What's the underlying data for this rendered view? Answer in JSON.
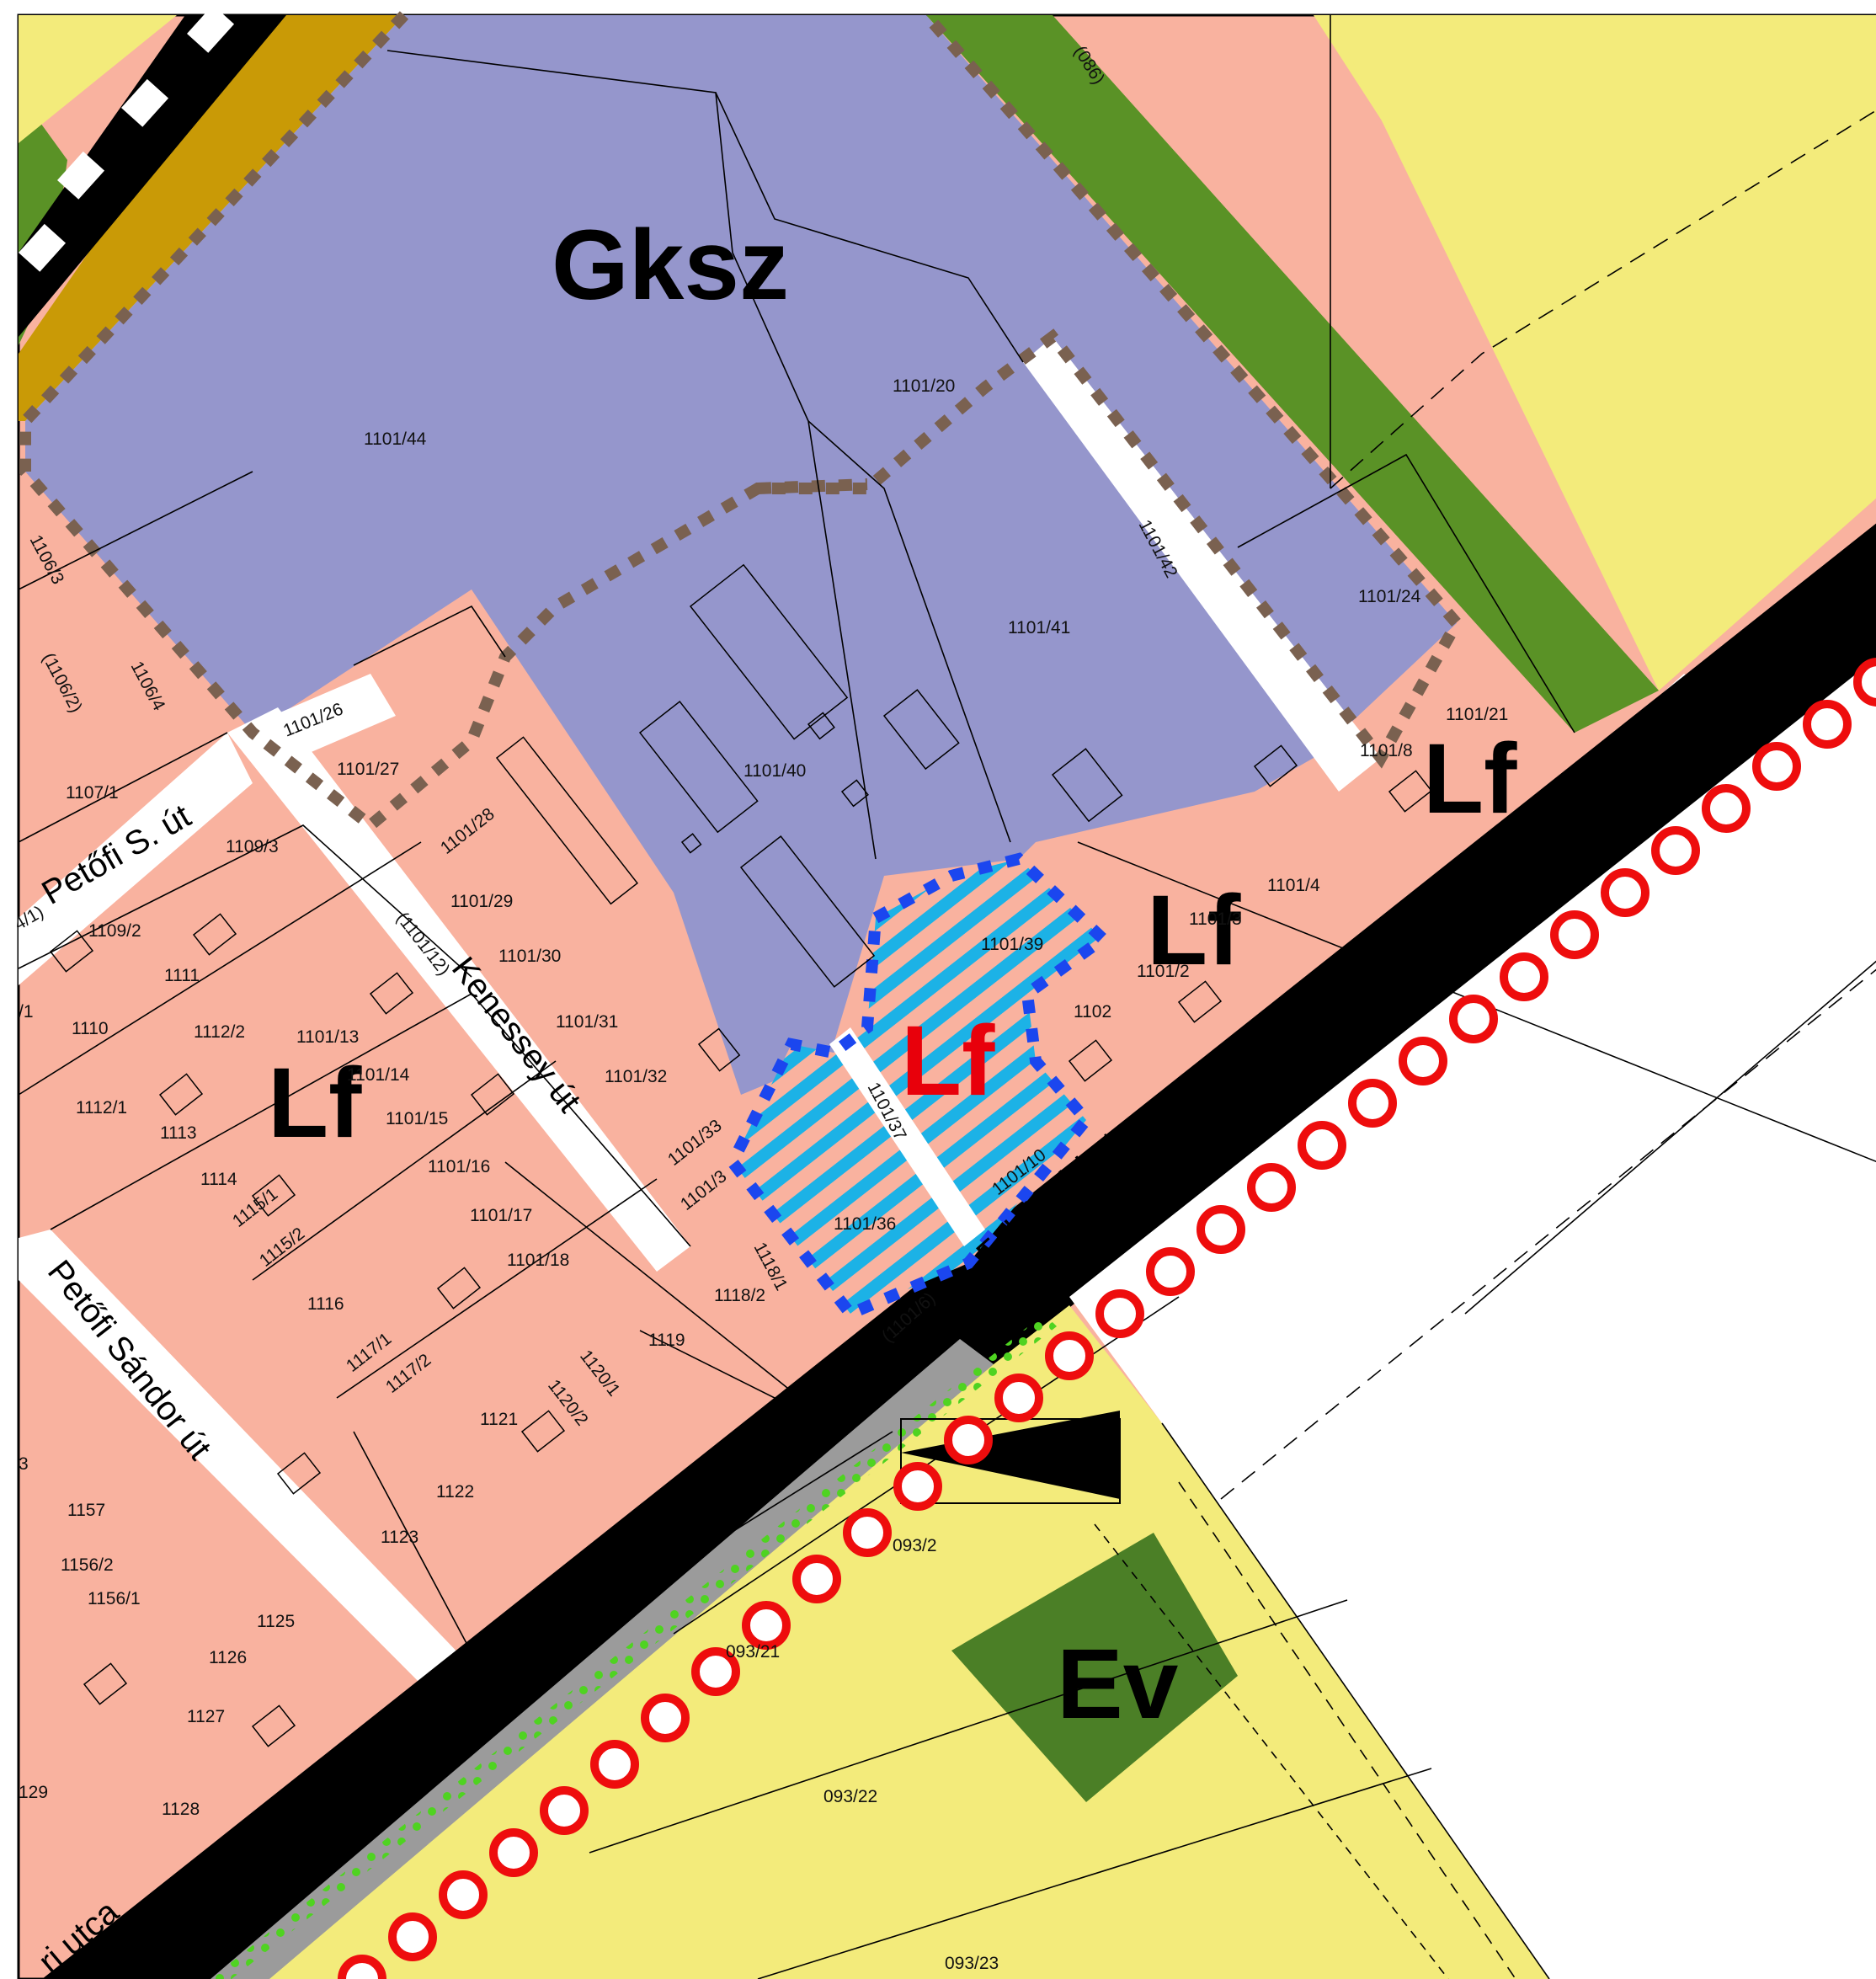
{
  "colors": {
    "residential": "#f9b29f",
    "industrial": "#9596cc",
    "green": "#5a9226",
    "agricultural": "#f3eb7b",
    "road": "#000000",
    "railway_strip": "#c99a06",
    "boundary_brown": "#7a6150",
    "boundary_blue": "#1b46ef",
    "hatch_cyan": "#1cb2e6",
    "marker_red": "#ee0d0d",
    "dots_green": "#4fd321",
    "tree_zone": "#4b7f26"
  },
  "zones": {
    "gksz": "Gksz",
    "lf_main": "Lf",
    "lf_east_1": "Lf",
    "lf_east_2": "Lf",
    "lf_red": "Lf",
    "ev": "Ev"
  },
  "streets": {
    "petofi_s": "Petőfi S. út",
    "petofi_prefix": "4/1)",
    "kenessey": "Kenessey út",
    "kenessey_num": "(1101/12)",
    "fehervari": "Fehérvári utca",
    "fehervari_num": "(1101/6)",
    "petofi_sandor": "Petőfi Sándor út",
    "bottom_utca": "ri utca",
    "top_086": "(086)"
  },
  "parcels": [
    "1101/44",
    "1101/20",
    "1101/42",
    "1101/41",
    "1101/24",
    "1101/40",
    "1101/21",
    "1101/8",
    "1101/4",
    "1101/3",
    "1101/2",
    "1101/39",
    "1102",
    "1101/37",
    "1101/36",
    "1101/10",
    "1101/33",
    "1101/3",
    "1118/1",
    "1118/2",
    "1119",
    "1101/32",
    "1101/31",
    "1101/30",
    "1101/29",
    "1101/28",
    "1101/27",
    "1101/26",
    "1106/3",
    "(1106/2)",
    "1106/4",
    "1107/1",
    "1109/3",
    "1109/2",
    "1111",
    "1110",
    "1112/2",
    "1101/13",
    "1101/14",
    "1101/15",
    "1112/1",
    "1113",
    "1114",
    "1115/1",
    "1115/2",
    "1101/16",
    "1101/17",
    "1101/18",
    "1116",
    "1117/1",
    "1117/2",
    "1120/1",
    "1120/2",
    "1121",
    "1122",
    "1123",
    "1157",
    "1156/2",
    "1156/1",
    "1125",
    "1126",
    "1127",
    "1128",
    "129",
    "093/2",
    "093/21",
    "093/22",
    "093/23",
    "/1",
    "3"
  ]
}
